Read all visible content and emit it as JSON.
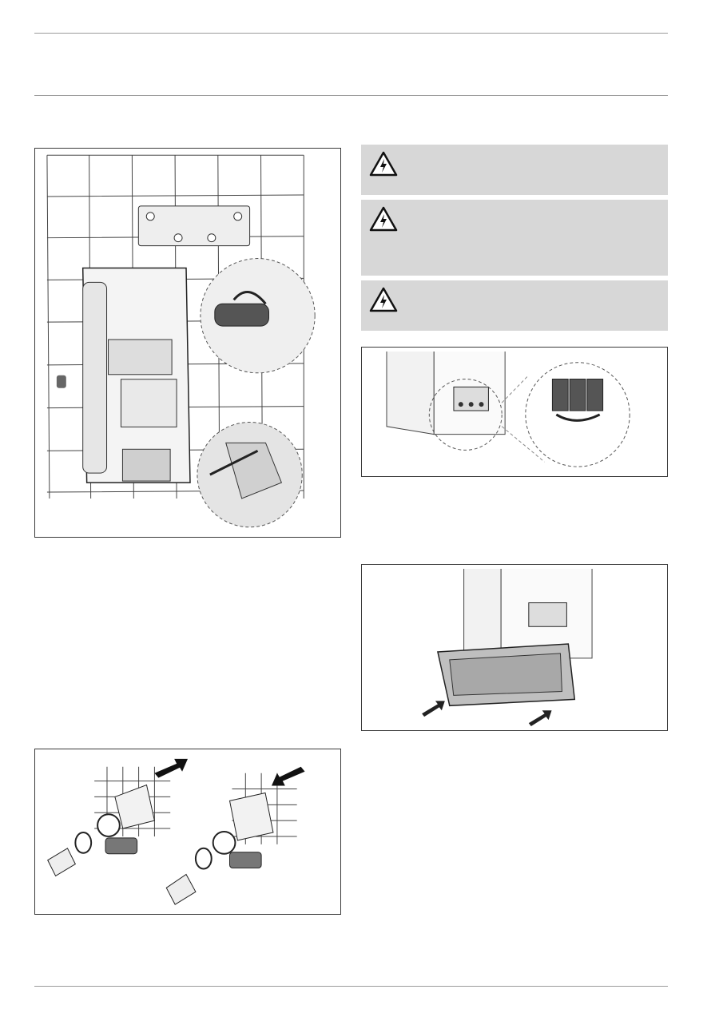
{
  "header": {},
  "warnings": [
    {
      "icon": "high-voltage-warning-icon",
      "text": ""
    },
    {
      "icon": "high-voltage-warning-icon",
      "text": ""
    },
    {
      "icon": "high-voltage-warning-icon",
      "text": ""
    }
  ],
  "figures": [
    {
      "name": "figure-wall-mounting"
    },
    {
      "name": "figure-terminal-block"
    },
    {
      "name": "figure-cover-installation"
    },
    {
      "name": "figure-water-connection"
    }
  ],
  "colors": {
    "rule": "#9a9a9a",
    "warning_bg": "#d7d7d7",
    "frame": "#3a3a3a"
  }
}
